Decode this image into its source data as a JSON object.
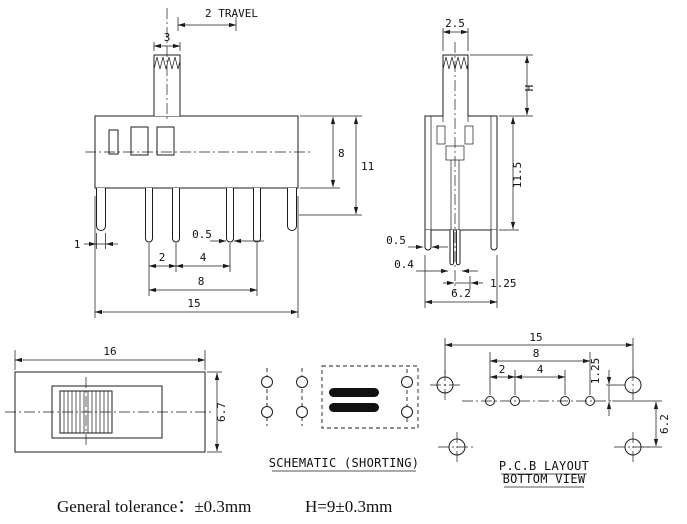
{
  "drawing": {
    "front": {
      "travel": "2 TRAVEL",
      "knob_w": "3",
      "body_h": "8",
      "overall_h": "11",
      "tab_w": "1",
      "pin_w": "0.5",
      "pitch1": "2",
      "pitch2": "4",
      "pin_span": "8",
      "body_w": "15"
    },
    "side": {
      "knob_w": "2.5",
      "knob_h": "H",
      "body_h": "11.5",
      "tab_t": "0.5",
      "pin_t": "0.4",
      "pin_off": "1.25",
      "depth": "6.2"
    },
    "top": {
      "width": "16",
      "depth": "6.7"
    },
    "schematic": {
      "caption": "SCHEMATIC (SHORTING)"
    },
    "pcb": {
      "width": "15",
      "span": "8",
      "pitch1": "2",
      "pitch2": "4",
      "row_off": "1.25",
      "row_gap": "6.2",
      "caption1": "P.C.B LAYOUT",
      "caption2": "BOTTOM VIEW"
    },
    "notes": {
      "tolerance": "General tolerance：±0.3mm",
      "h_spec": "H=9±0.3mm"
    }
  }
}
